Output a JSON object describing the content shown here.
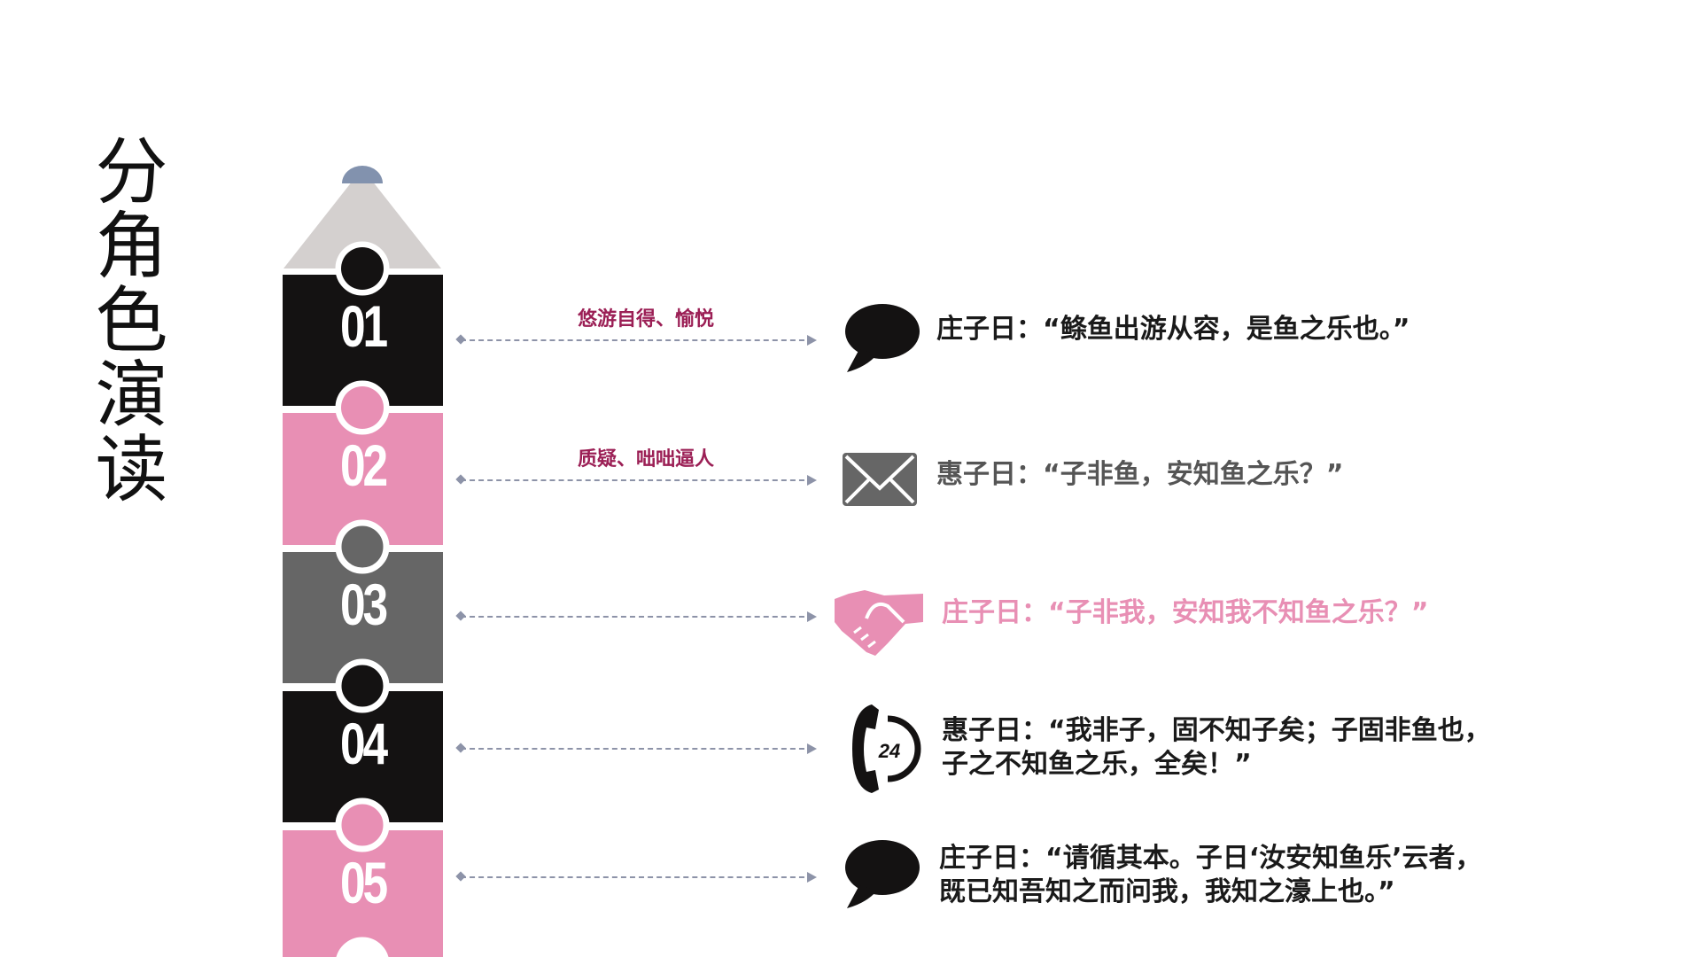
{
  "title": "分角色演读",
  "steps": [
    {
      "number": "01",
      "label": "悠游自得、愉悦",
      "quote_lines": [
        "庄子日：“鲦鱼出游从容，是鱼之乐也。”"
      ],
      "icon": "speech-bubble-icon",
      "color": "#141212"
    },
    {
      "number": "02",
      "label": "质疑、咄咄逼人",
      "quote_lines": [
        "惠子日：“子非鱼，安知鱼之乐？”"
      ],
      "icon": "envelope-icon",
      "color": "#e88fb4"
    },
    {
      "number": "03",
      "label": "",
      "quote_lines": [
        "庄子日：“子非我，安知我不知鱼之乐？”"
      ],
      "icon": "handshake-icon",
      "color": "#666666"
    },
    {
      "number": "04",
      "label": "",
      "quote_lines": [
        "惠子日：“我非子，固不知子矣；子固非鱼也，",
        "子之不知鱼之乐，全矣！”"
      ],
      "icon": "phone-24-icon",
      "icon_text": "24",
      "color": "#141212"
    },
    {
      "number": "05",
      "label": "",
      "quote_lines": [
        "庄子日：“请循其本。子日‘汝安知鱼乐’云者，",
        "既已知吾知之而问我，我知之濠上也。”"
      ],
      "icon": "speech-bubble-icon",
      "color": "#e88fb4"
    }
  ],
  "colors": {
    "label": "#9b1f55",
    "quote_dark": "#1a1a1a",
    "quote_gray": "#555555",
    "quote_pink": "#e88fb4",
    "line": "#8d93a8"
  }
}
